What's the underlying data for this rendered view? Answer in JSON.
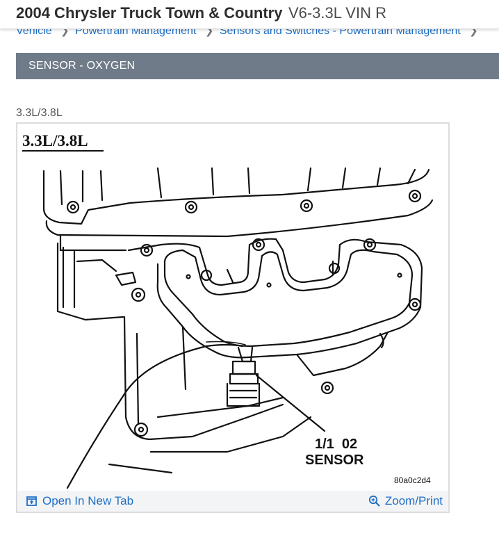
{
  "header": {
    "title_main": "2004 Chrysler Truck Town & Country",
    "title_sub": "V6-3.3L VIN R"
  },
  "breadcrumb": [
    "Vehicle",
    "Powertrain Management",
    "Sensors and Switches - Powertrain Management"
  ],
  "section": {
    "title": "SENSOR - OXYGEN"
  },
  "figure": {
    "caption": "3.3L/3.8L",
    "image_heading": "3.3L/3.8L",
    "callout_line1": "1/1  02",
    "callout_line2": "SENSOR",
    "image_code": "80a0c2d4",
    "open_label": "Open In New Tab",
    "zoom_label": "Zoom/Print"
  },
  "icons": {
    "open": "open-in-new-tab-icon",
    "zoom": "zoom-magnifier-icon",
    "breadcrumb_separator": "chevron-right-icon"
  },
  "colors": {
    "link": "#1f6fc5",
    "section_bar": "#6f7b89",
    "footer_bg": "#f3f4f6"
  }
}
